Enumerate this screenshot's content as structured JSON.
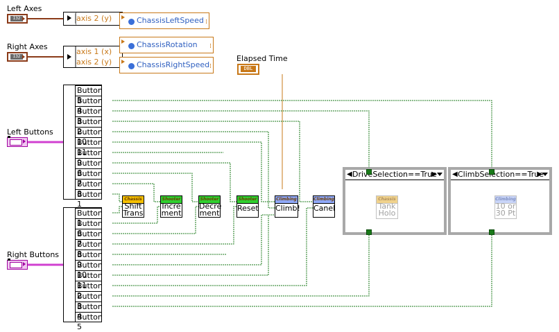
{
  "left_axes": {
    "label": "Left Axes",
    "type_tag": "I32",
    "unbundle": [
      "axis 2 (y)"
    ],
    "refnum": "ChassisLeftSpeed"
  },
  "right_axes": {
    "label": "Right Axes",
    "type_tag": "I32",
    "unbundle": [
      "axis 1 (x)",
      "axis 2 (y)"
    ],
    "refnums": [
      "ChassisRotation",
      "ChassisRightSpeed"
    ]
  },
  "elapsed_time": {
    "label": "Elapsed Time",
    "type_tag": "DBL"
  },
  "left_buttons": {
    "label": "Left Buttons",
    "unbundle": [
      "Button 5",
      "Button 4",
      "Button 3",
      "Button 2",
      "Button 10",
      "Button 11",
      "Button 9",
      "Button 6",
      "Button 7",
      "Button 8",
      "Button 1"
    ]
  },
  "right_buttons": {
    "label": "Right Buttons",
    "unbundle": [
      "Button 1",
      "Button 6",
      "Button 7",
      "Button 8",
      "Button 9",
      "Button 10",
      "Button 11",
      "Button 2",
      "Button 3",
      "Button 4",
      "Button 5"
    ]
  },
  "subvis": [
    {
      "banner": "Chassis",
      "text": [
        "Shift",
        "Trans"
      ],
      "color": "#f5c000"
    },
    {
      "banner": "Shooter",
      "text": [
        "Incre",
        "ment"
      ],
      "color": "#30d030"
    },
    {
      "banner": "Shooter",
      "text": [
        "Decre",
        "ment"
      ],
      "color": "#30d030"
    },
    {
      "banner": "Shooter",
      "text": [
        "Reset"
      ],
      "color": "#30d030"
    },
    {
      "banner": "Climbing",
      "text": [
        "Climb!"
      ],
      "color": "#8fa8f8"
    },
    {
      "banner": "Climbing",
      "text": [
        "Canel"
      ],
      "color": "#8fa8f8"
    }
  ],
  "case_structures": [
    {
      "selector": "DriveSelection==True",
      "ghost": {
        "banner": "Chassis",
        "text": [
          "Tank",
          "Holo"
        ],
        "color": "#f0d28c"
      }
    },
    {
      "selector": "ClimbSelection==True",
      "ghost": {
        "banner": "Climbing",
        "text": [
          "10 or",
          "30 Pt"
        ],
        "color": "#c8d4f8"
      }
    }
  ]
}
